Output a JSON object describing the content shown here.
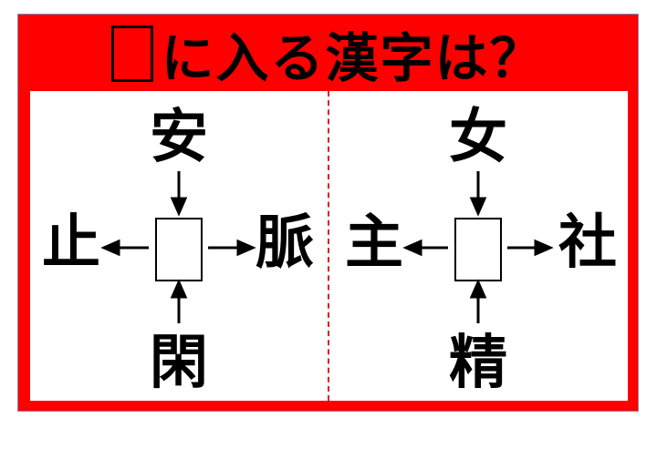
{
  "title": {
    "box_symbol": "□",
    "text": "に入る漢字は？"
  },
  "puzzles": [
    {
      "top": "安",
      "left": "止",
      "right": "脈",
      "bottom": "閑"
    },
    {
      "top": "女",
      "left": "主",
      "right": "社",
      "bottom": "精"
    }
  ],
  "colors": {
    "accent": "#ff0000",
    "divider": "#e02020"
  }
}
